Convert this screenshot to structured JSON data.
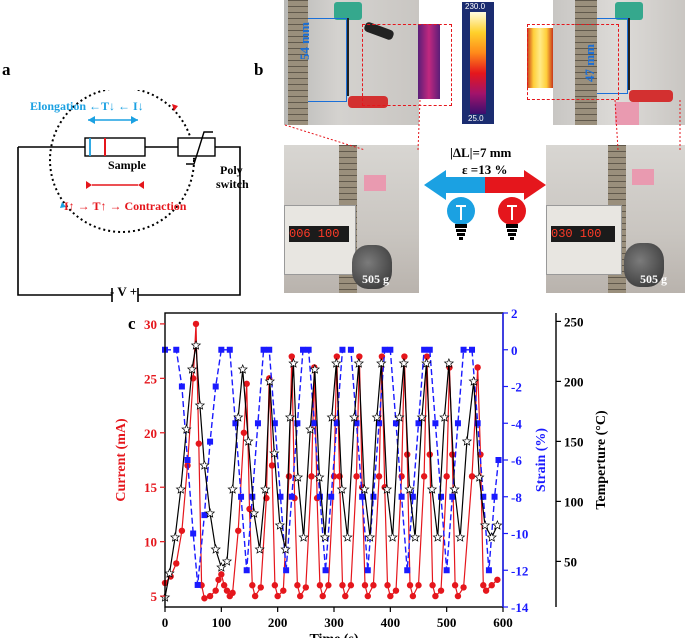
{
  "panel_a": {
    "letter": "a",
    "elongation": "Elongation ←T↓ ← I↓",
    "sample": "Sample",
    "poly": "Poly",
    "switch": "switch",
    "contraction_prefix": "I↑ → T↑ →",
    "contraction_word": "Contraction",
    "voltage": "- V +"
  },
  "panel_b": {
    "letter": "b",
    "length_left": "54 mm",
    "length_right": "47 mm",
    "scale_max": "230.0",
    "scale_min": "25.0",
    "delta_l": "|ΔL|=7 mm",
    "strain": "ε =13 %",
    "weight_left": "505 g",
    "weight_right": "505 g",
    "display_left": "006 100",
    "display_right": "030 100",
    "colors": {
      "blue": "#1ba1e2",
      "red": "#e5161c"
    }
  },
  "panel_c": {
    "letter": "c"
  },
  "chart_data": {
    "type": "line",
    "xlabel": "Time (s)",
    "x_ticks": [
      0,
      100,
      200,
      300,
      400,
      500,
      600
    ],
    "xlim": [
      0,
      600
    ],
    "y_left": {
      "label": "Current (mA)",
      "lim": [
        4,
        31
      ],
      "ticks": [
        5,
        10,
        15,
        20,
        25,
        30
      ],
      "color": "#e5161c"
    },
    "y_right1": {
      "label": "Strain (%)",
      "lim": [
        -14,
        2
      ],
      "ticks": [
        2,
        0,
        -2,
        -4,
        -6,
        -8,
        -10,
        -12,
        -14
      ],
      "color": "#1a1aff"
    },
    "y_right2": {
      "label": "Temperture (°C)",
      "lim": [
        12,
        257
      ],
      "ticks": [
        50,
        100,
        150,
        200,
        250
      ],
      "color": "#000000"
    },
    "series": [
      {
        "axis": "left",
        "marker": "circle",
        "color": "#e5161c",
        "points": [
          [
            0,
            6.2
          ],
          [
            10,
            6.8
          ],
          [
            20,
            8
          ],
          [
            30,
            11
          ],
          [
            40,
            17
          ],
          [
            50,
            25
          ],
          [
            55,
            30
          ],
          [
            60,
            19
          ],
          [
            65,
            6
          ],
          [
            70,
            4.8
          ],
          [
            80,
            5
          ],
          [
            90,
            5.5
          ],
          [
            95,
            6.5
          ],
          [
            100,
            7
          ],
          [
            105,
            6
          ],
          [
            110,
            5.5
          ],
          [
            115,
            5
          ],
          [
            120,
            5.3
          ],
          [
            130,
            11
          ],
          [
            140,
            20
          ],
          [
            145,
            24.5
          ],
          [
            150,
            13
          ],
          [
            155,
            6
          ],
          [
            160,
            5
          ],
          [
            170,
            5.8
          ],
          [
            180,
            14
          ],
          [
            185,
            25
          ],
          [
            190,
            17
          ],
          [
            195,
            6
          ],
          [
            200,
            5
          ],
          [
            210,
            5.5
          ],
          [
            220,
            16
          ],
          [
            225,
            27
          ],
          [
            230,
            14
          ],
          [
            235,
            6
          ],
          [
            240,
            5
          ],
          [
            250,
            5.8
          ],
          [
            260,
            16
          ],
          [
            265,
            26
          ],
          [
            270,
            14
          ],
          [
            275,
            6
          ],
          [
            280,
            5
          ],
          [
            290,
            6
          ],
          [
            300,
            16
          ],
          [
            305,
            27
          ],
          [
            310,
            16
          ],
          [
            315,
            6
          ],
          [
            320,
            5
          ],
          [
            330,
            6
          ],
          [
            340,
            16
          ],
          [
            345,
            27
          ],
          [
            350,
            15
          ],
          [
            355,
            6
          ],
          [
            360,
            5
          ],
          [
            370,
            6
          ],
          [
            380,
            16
          ],
          [
            385,
            27
          ],
          [
            390,
            15
          ],
          [
            395,
            6
          ],
          [
            400,
            5
          ],
          [
            410,
            5.5
          ],
          [
            420,
            16
          ],
          [
            425,
            27
          ],
          [
            430,
            18
          ],
          [
            435,
            6
          ],
          [
            440,
            5
          ],
          [
            450,
            6
          ],
          [
            460,
            16
          ],
          [
            465,
            27
          ],
          [
            470,
            18
          ],
          [
            475,
            6
          ],
          [
            480,
            5
          ],
          [
            490,
            5.5
          ],
          [
            500,
            16
          ],
          [
            505,
            26
          ],
          [
            510,
            18
          ],
          [
            515,
            6
          ],
          [
            520,
            5
          ],
          [
            530,
            5.8
          ],
          [
            545,
            16
          ],
          [
            555,
            26
          ],
          [
            560,
            18
          ],
          [
            565,
            6
          ],
          [
            570,
            5.5
          ],
          [
            580,
            6
          ],
          [
            590,
            6.5
          ]
        ]
      },
      {
        "axis": "right1",
        "marker": "square",
        "color": "#1a1aff",
        "points": [
          [
            0,
            0
          ],
          [
            20,
            0
          ],
          [
            30,
            -2
          ],
          [
            40,
            -6
          ],
          [
            50,
            -10
          ],
          [
            58,
            -12.8
          ],
          [
            70,
            -9
          ],
          [
            80,
            -5
          ],
          [
            90,
            -2
          ],
          [
            100,
            0
          ],
          [
            115,
            0
          ],
          [
            125,
            -4
          ],
          [
            135,
            -8
          ],
          [
            145,
            -12
          ],
          [
            155,
            -8
          ],
          [
            165,
            -4
          ],
          [
            175,
            0
          ],
          [
            185,
            0
          ],
          [
            195,
            -4
          ],
          [
            205,
            -8
          ],
          [
            215,
            -12
          ],
          [
            225,
            -8
          ],
          [
            235,
            -4
          ],
          [
            245,
            0
          ],
          [
            255,
            0
          ],
          [
            265,
            -4
          ],
          [
            275,
            -8
          ],
          [
            285,
            -12
          ],
          [
            295,
            -8
          ],
          [
            305,
            -4
          ],
          [
            315,
            0
          ],
          [
            330,
            0
          ],
          [
            340,
            -4
          ],
          [
            350,
            -8
          ],
          [
            360,
            -12
          ],
          [
            370,
            -8
          ],
          [
            380,
            -4
          ],
          [
            390,
            0
          ],
          [
            400,
            0
          ],
          [
            410,
            -4
          ],
          [
            420,
            -8
          ],
          [
            430,
            -12
          ],
          [
            440,
            -8
          ],
          [
            450,
            -4
          ],
          [
            460,
            0
          ],
          [
            470,
            0
          ],
          [
            480,
            -4
          ],
          [
            490,
            -8
          ],
          [
            500,
            -12
          ],
          [
            510,
            -8
          ],
          [
            520,
            -4
          ],
          [
            530,
            0
          ],
          [
            545,
            0
          ],
          [
            555,
            -4
          ],
          [
            565,
            -8
          ],
          [
            575,
            -12
          ],
          [
            585,
            -8
          ],
          [
            592,
            -6
          ]
        ]
      },
      {
        "axis": "right2",
        "marker": "star",
        "color": "#000000",
        "points": [
          [
            0,
            20
          ],
          [
            8,
            40
          ],
          [
            18,
            70
          ],
          [
            28,
            110
          ],
          [
            38,
            160
          ],
          [
            48,
            210
          ],
          [
            55,
            230
          ],
          [
            62,
            180
          ],
          [
            70,
            130
          ],
          [
            80,
            90
          ],
          [
            90,
            60
          ],
          [
            100,
            45
          ],
          [
            110,
            50
          ],
          [
            120,
            110
          ],
          [
            130,
            170
          ],
          [
            138,
            210
          ],
          [
            148,
            150
          ],
          [
            158,
            90
          ],
          [
            168,
            60
          ],
          [
            178,
            110
          ],
          [
            186,
            200
          ],
          [
            194,
            140
          ],
          [
            204,
            80
          ],
          [
            214,
            60
          ],
          [
            222,
            170
          ],
          [
            228,
            215
          ],
          [
            236,
            120
          ],
          [
            246,
            70
          ],
          [
            258,
            160
          ],
          [
            266,
            210
          ],
          [
            274,
            120
          ],
          [
            284,
            70
          ],
          [
            296,
            170
          ],
          [
            304,
            215
          ],
          [
            314,
            110
          ],
          [
            324,
            70
          ],
          [
            336,
            170
          ],
          [
            344,
            215
          ],
          [
            354,
            110
          ],
          [
            364,
            70
          ],
          [
            376,
            170
          ],
          [
            384,
            215
          ],
          [
            394,
            110
          ],
          [
            404,
            70
          ],
          [
            416,
            170
          ],
          [
            424,
            215
          ],
          [
            434,
            110
          ],
          [
            444,
            70
          ],
          [
            456,
            170
          ],
          [
            464,
            215
          ],
          [
            474,
            110
          ],
          [
            484,
            70
          ],
          [
            496,
            170
          ],
          [
            504,
            215
          ],
          [
            514,
            110
          ],
          [
            524,
            70
          ],
          [
            536,
            150
          ],
          [
            548,
            200
          ],
          [
            558,
            120
          ],
          [
            568,
            80
          ],
          [
            580,
            70
          ],
          [
            590,
            80
          ]
        ]
      }
    ]
  }
}
